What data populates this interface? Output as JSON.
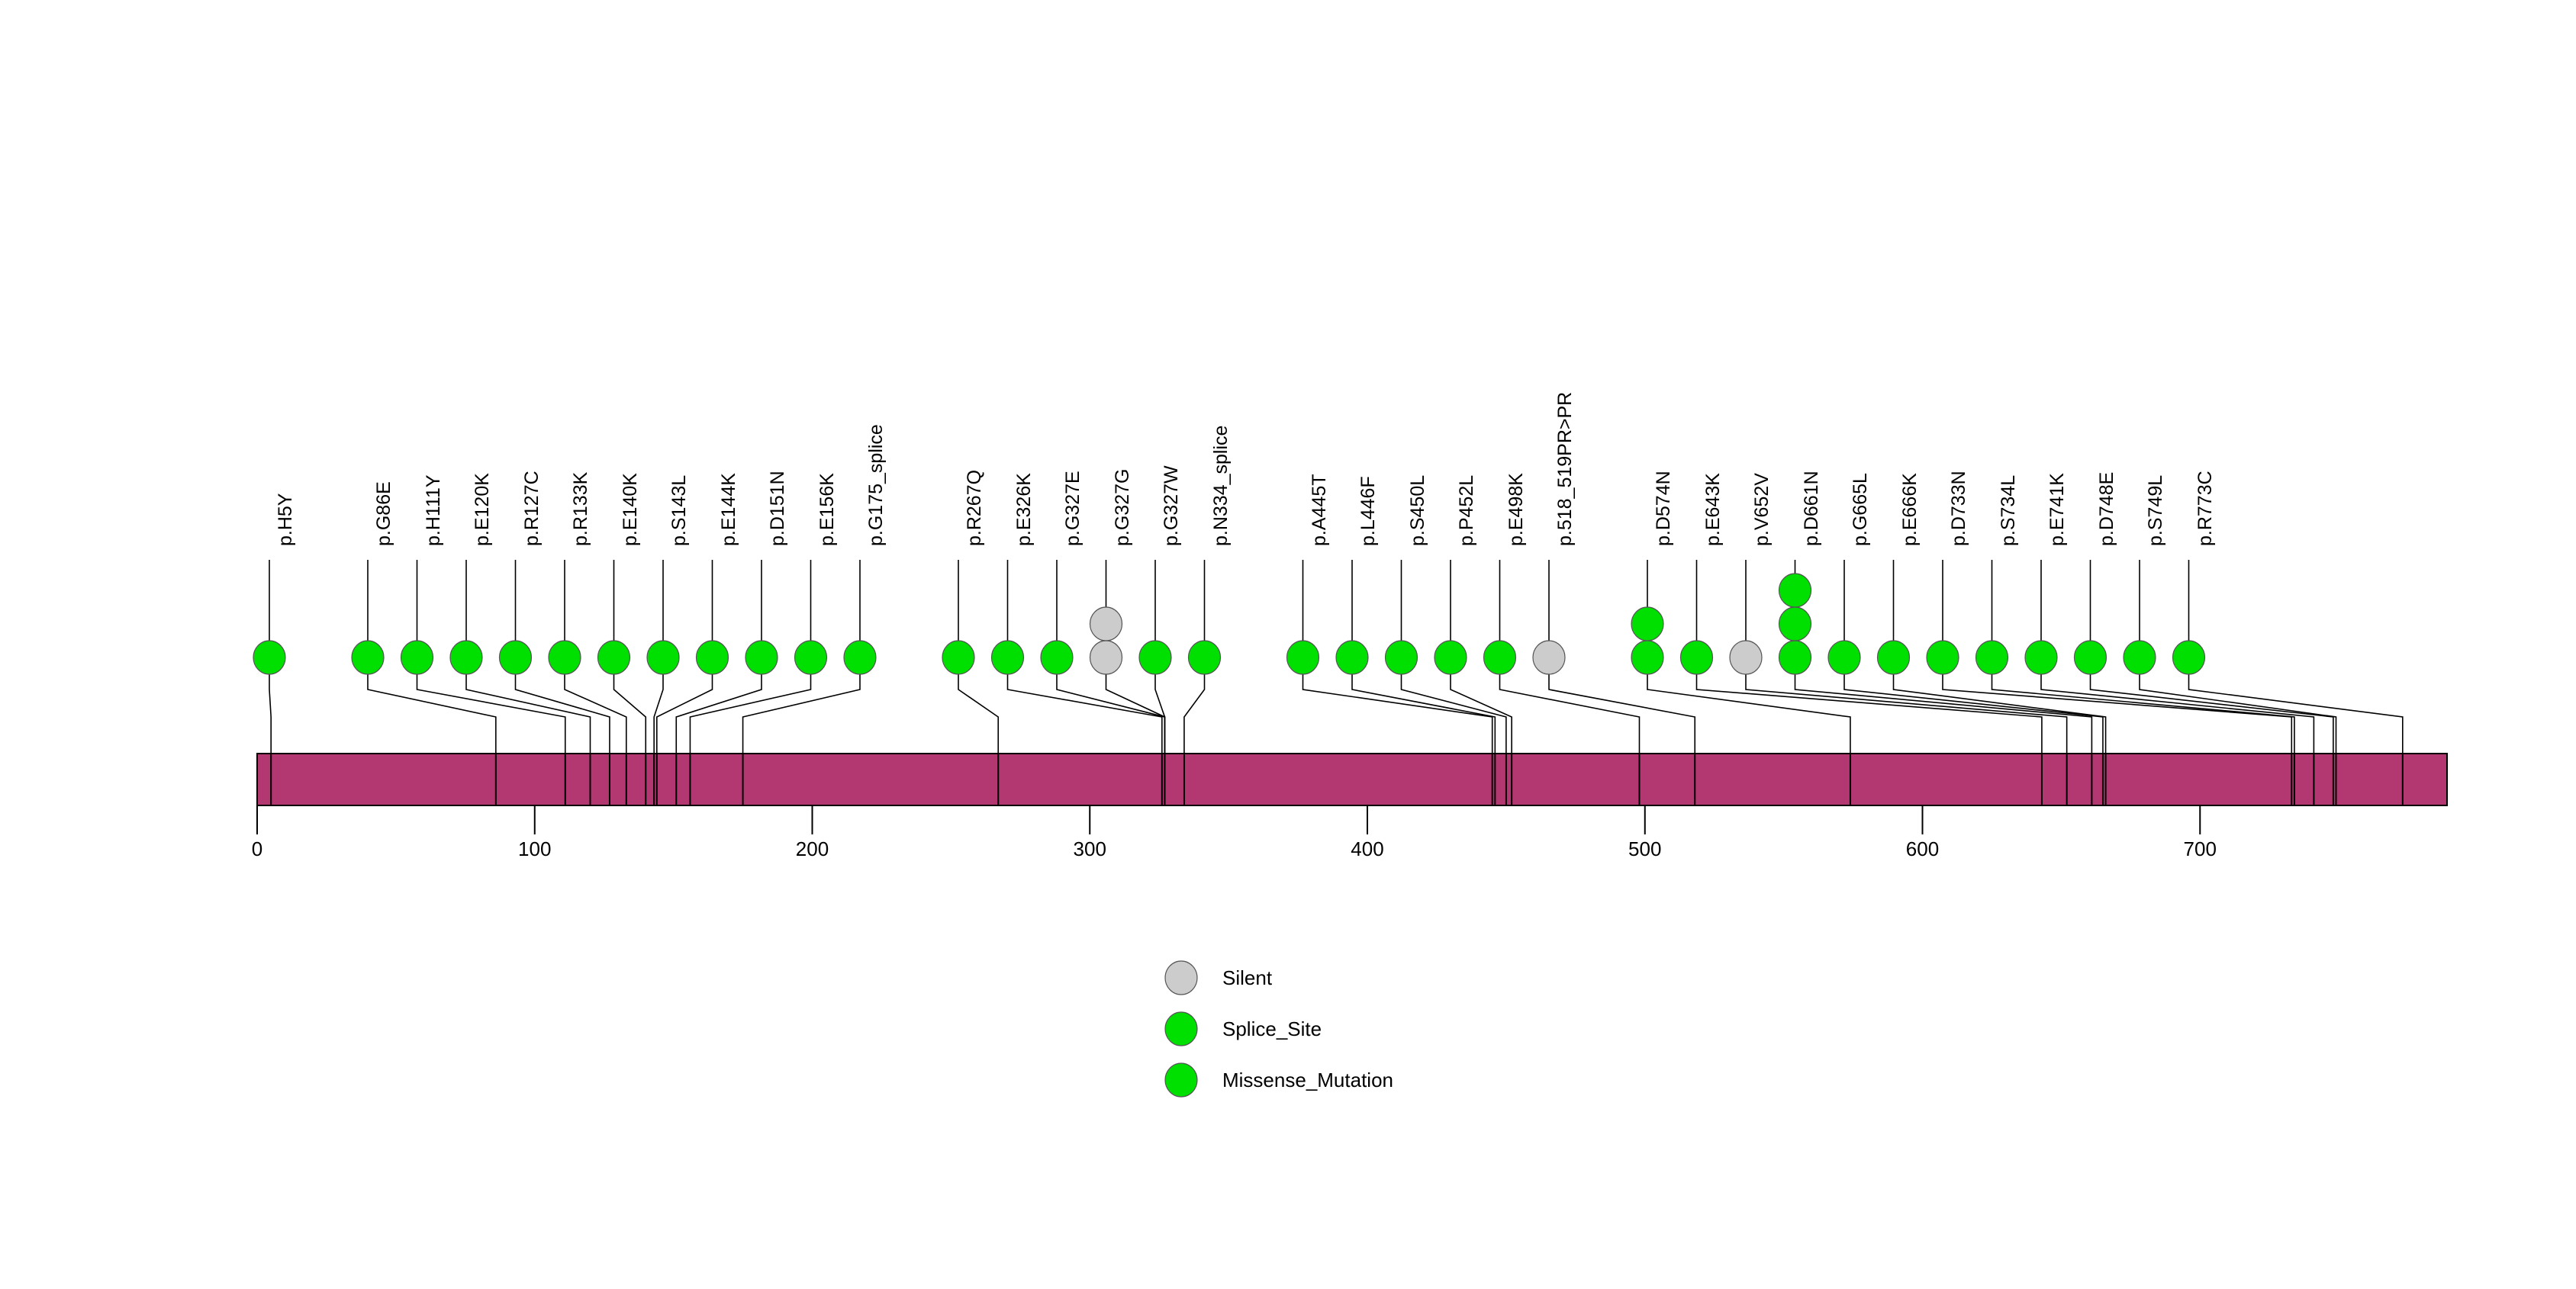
{
  "chart_data": {
    "type": "scatter",
    "title": "",
    "subtitle": "",
    "xlabel": "",
    "ylabel": "",
    "xlim": [
      0,
      789
    ],
    "grid": false,
    "protein_length": 789,
    "axis_ticks": [
      {
        "value": 0,
        "label": "0"
      },
      {
        "value": 100,
        "label": "100"
      },
      {
        "value": 200,
        "label": "200"
      },
      {
        "value": 300,
        "label": "300"
      },
      {
        "value": 400,
        "label": "400"
      },
      {
        "value": 500,
        "label": "500"
      },
      {
        "value": 600,
        "label": "600"
      },
      {
        "value": 700,
        "label": "700"
      }
    ],
    "domain_bar": {
      "start": 0,
      "end": 789,
      "color": "#B33771",
      "border_color": "#000000"
    },
    "colors": {
      "silent": "#CCCCCC",
      "splice_site": "#00E000",
      "missense_mutation": "#00E000",
      "stem": "#000000",
      "bar": "#B33771"
    },
    "legend": {
      "position": "bottom-center",
      "entries": [
        {
          "label": "Silent",
          "color": "#CCCCCC"
        },
        {
          "label": "Splice_Site",
          "color": "#00E000"
        },
        {
          "label": "Missense_Mutation",
          "color": "#00E000"
        }
      ]
    },
    "mutations": [
      {
        "label": "p.H5Y",
        "position": 5,
        "count": 1,
        "type": "Missense_Mutation",
        "color": "#00E000",
        "slot": 0
      },
      {
        "label": "p.G86E",
        "position": 86,
        "count": 1,
        "type": "Missense_Mutation",
        "color": "#00E000",
        "slot": 2
      },
      {
        "label": "p.H111Y",
        "position": 111,
        "count": 1,
        "type": "Missense_Mutation",
        "color": "#00E000",
        "slot": 3
      },
      {
        "label": "p.E120K",
        "position": 120,
        "count": 1,
        "type": "Missense_Mutation",
        "color": "#00E000",
        "slot": 4
      },
      {
        "label": "p.R127C",
        "position": 127,
        "count": 1,
        "type": "Missense_Mutation",
        "color": "#00E000",
        "slot": 5
      },
      {
        "label": "p.R133K",
        "position": 133,
        "count": 1,
        "type": "Missense_Mutation",
        "color": "#00E000",
        "slot": 6
      },
      {
        "label": "p.E140K",
        "position": 140,
        "count": 1,
        "type": "Missense_Mutation",
        "color": "#00E000",
        "slot": 7
      },
      {
        "label": "p.S143L",
        "position": 143,
        "count": 1,
        "type": "Missense_Mutation",
        "color": "#00E000",
        "slot": 8
      },
      {
        "label": "p.E144K",
        "position": 144,
        "count": 1,
        "type": "Missense_Mutation",
        "color": "#00E000",
        "slot": 9
      },
      {
        "label": "p.D151N",
        "position": 151,
        "count": 1,
        "type": "Missense_Mutation",
        "color": "#00E000",
        "slot": 10
      },
      {
        "label": "p.E156K",
        "position": 156,
        "count": 1,
        "type": "Missense_Mutation",
        "color": "#00E000",
        "slot": 11
      },
      {
        "label": "p.G175_splice",
        "position": 175,
        "count": 1,
        "type": "Splice_Site",
        "color": "#00E000",
        "slot": 12
      },
      {
        "label": "p.R267Q",
        "position": 267,
        "count": 1,
        "type": "Missense_Mutation",
        "color": "#00E000",
        "slot": 14
      },
      {
        "label": "p.E326K",
        "position": 326,
        "count": 1,
        "type": "Missense_Mutation",
        "color": "#00E000",
        "slot": 15
      },
      {
        "label": "p.G327E",
        "position": 327,
        "count": 1,
        "type": "Missense_Mutation",
        "color": "#00E000",
        "slot": 16
      },
      {
        "label": "p.G327G",
        "position": 327,
        "count": 2,
        "type": "Silent",
        "color": "#CCCCCC",
        "slot": 17
      },
      {
        "label": "p.G327W",
        "position": 327,
        "count": 1,
        "type": "Missense_Mutation",
        "color": "#00E000",
        "slot": 18
      },
      {
        "label": "p.N334_splice",
        "position": 334,
        "count": 1,
        "type": "Splice_Site",
        "color": "#00E000",
        "slot": 19
      },
      {
        "label": "p.A445T",
        "position": 445,
        "count": 1,
        "type": "Missense_Mutation",
        "color": "#00E000",
        "slot": 21
      },
      {
        "label": "p.L446F",
        "position": 446,
        "count": 1,
        "type": "Missense_Mutation",
        "color": "#00E000",
        "slot": 22
      },
      {
        "label": "p.S450L",
        "position": 450,
        "count": 1,
        "type": "Missense_Mutation",
        "color": "#00E000",
        "slot": 23
      },
      {
        "label": "p.P452L",
        "position": 452,
        "count": 1,
        "type": "Missense_Mutation",
        "color": "#00E000",
        "slot": 24
      },
      {
        "label": "p.E498K",
        "position": 498,
        "count": 1,
        "type": "Missense_Mutation",
        "color": "#00E000",
        "slot": 25
      },
      {
        "label": "p.518_519PR>PR",
        "position": 518,
        "count": 1,
        "type": "Silent",
        "color": "#CCCCCC",
        "slot": 26
      },
      {
        "label": "p.D574N",
        "position": 574,
        "count": 2,
        "type": "Missense_Mutation",
        "color": "#00E000",
        "slot": 28
      },
      {
        "label": "p.E643K",
        "position": 643,
        "count": 1,
        "type": "Missense_Mutation",
        "color": "#00E000",
        "slot": 29
      },
      {
        "label": "p.V652V",
        "position": 652,
        "count": 1,
        "type": "Silent",
        "color": "#CCCCCC",
        "slot": 30
      },
      {
        "label": "p.D661N",
        "position": 661,
        "count": 3,
        "type": "Missense_Mutation",
        "color": "#00E000",
        "slot": 31
      },
      {
        "label": "p.G665L",
        "position": 665,
        "count": 1,
        "type": "Missense_Mutation",
        "color": "#00E000",
        "slot": 32
      },
      {
        "label": "p.E666K",
        "position": 666,
        "count": 1,
        "type": "Missense_Mutation",
        "color": "#00E000",
        "slot": 33
      },
      {
        "label": "p.D733N",
        "position": 733,
        "count": 1,
        "type": "Missense_Mutation",
        "color": "#00E000",
        "slot": 34
      },
      {
        "label": "p.S734L",
        "position": 734,
        "count": 1,
        "type": "Missense_Mutation",
        "color": "#00E000",
        "slot": 35
      },
      {
        "label": "p.E741K",
        "position": 741,
        "count": 1,
        "type": "Missense_Mutation",
        "color": "#00E000",
        "slot": 36
      },
      {
        "label": "p.D748E",
        "position": 748,
        "count": 1,
        "type": "Missense_Mutation",
        "color": "#00E000",
        "slot": 37
      },
      {
        "label": "p.S749L",
        "position": 749,
        "count": 1,
        "type": "Missense_Mutation",
        "color": "#00E000",
        "slot": 38
      },
      {
        "label": "p.R773C",
        "position": 773,
        "count": 1,
        "type": "Missense_Mutation",
        "color": "#00E000",
        "slot": 39
      }
    ]
  }
}
